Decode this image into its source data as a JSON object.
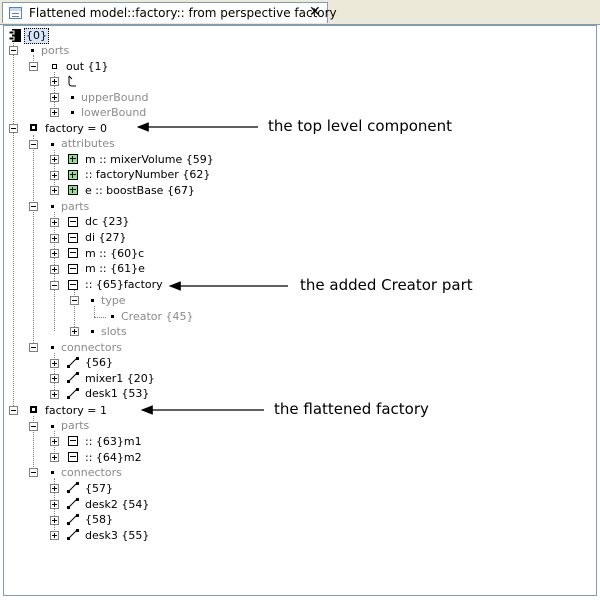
{
  "tab": {
    "title": "Flattened model::factory:: from perspective factory",
    "close_glyph": "✕"
  },
  "tree": {
    "root": "{0}",
    "ports": "ports",
    "out": "out {1}",
    "upperBound": "upperBound",
    "lowerBound": "lowerBound",
    "factory0": "factory = 0",
    "attributes": "attributes",
    "attr_mixerVolume": "m :: mixerVolume {59}",
    "attr_factoryNumber": ":: factoryNumber {62}",
    "attr_boostBase": "e :: boostBase {67}",
    "parts0": "parts",
    "part_dc": "dc {23}",
    "part_di": "di {27}",
    "part_60c": "m ::  {60}c",
    "part_61e": "m ::  {61}e",
    "part_65factory": "::  {65}factory",
    "type": "type",
    "creator": "Creator {45}",
    "slots": "slots",
    "connectors0": "connectors",
    "conn_56": "{56}",
    "conn_mixer1": "mixer1 {20}",
    "conn_desk1": "desk1 {53}",
    "factory1": "factory = 1",
    "parts1": "parts",
    "part_63m1": "::  {63}m1",
    "part_64m2": "::  {64}m2",
    "connectors1": "connectors",
    "conn_57": "{57}",
    "conn_desk2": "desk2 {54}",
    "conn_58": "{58}",
    "conn_desk3": "desk3 {55}"
  },
  "annotations": {
    "top_level": "the top level component",
    "creator_part": "the added Creator part",
    "flattened": "the flattened factory"
  }
}
